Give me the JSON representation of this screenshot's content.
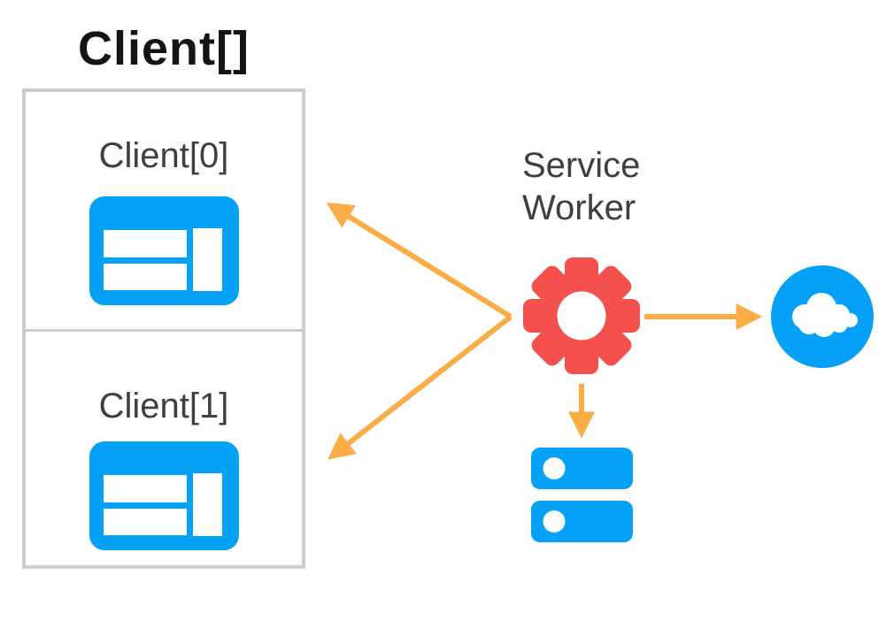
{
  "diagram": {
    "title": "Client[]",
    "clients": [
      {
        "label": "Client[0]",
        "icon": "web-browser-icon"
      },
      {
        "label": "Client[1]",
        "icon": "web-browser-icon"
      }
    ],
    "service_worker": {
      "label": "Service Worker",
      "label_lines": [
        "Service",
        "Worker"
      ],
      "icon": "gear-icon"
    },
    "network": {
      "icon": "cloud-icon"
    },
    "storage": {
      "icon": "database-icon"
    },
    "arrows": [
      {
        "from": "service-worker",
        "to": "client-0",
        "direction": "up-left",
        "head": "end"
      },
      {
        "from": "service-worker",
        "to": "client-1",
        "direction": "down-left",
        "head": "end"
      },
      {
        "from": "service-worker",
        "to": "network",
        "direction": "right",
        "head": "end"
      },
      {
        "from": "service-worker",
        "to": "storage",
        "direction": "down",
        "head": "end"
      }
    ],
    "colors": {
      "blue": "#04A1F7",
      "red": "#F4514E",
      "orange": "#FBAD45",
      "text_dark": "#3C4043",
      "title": "#141414",
      "box_border": "#CCCCCC",
      "background": "#FFFFFF"
    }
  }
}
